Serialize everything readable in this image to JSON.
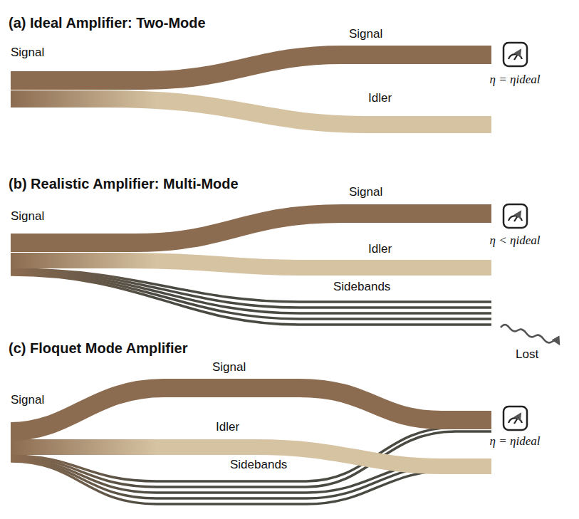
{
  "diagram": {
    "labels": [
      "(a) Ideal Amplifier: Two-Mode",
      "Signal",
      "Signal",
      "Idler",
      "η = ηideal",
      "(b) Realistic Amplifier: Multi-Mode",
      "Signal",
      "Signal",
      "η < ηideal",
      "Idler",
      "Sidebands",
      "Lost",
      "(c) Floquet Mode Amplifier",
      "Signal",
      "Signal",
      "Idler",
      "η = ηideal",
      "Sidebands"
    ]
  }
}
